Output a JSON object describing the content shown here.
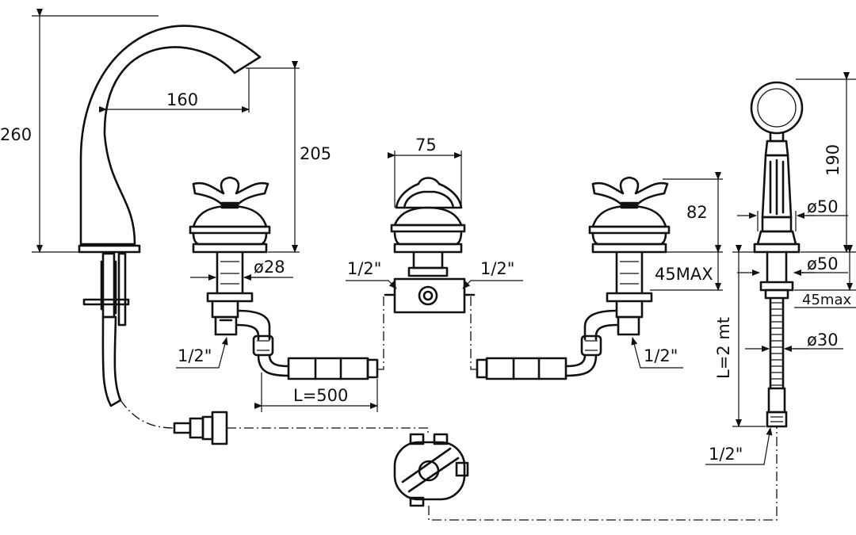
{
  "labels": {
    "spout_height": "260",
    "spout_reach": "160",
    "spout_outlet_height": "205",
    "center_width": "75",
    "handle_height": "82",
    "valve_diameter": "ø28",
    "thread_center_left": "1/2\"",
    "thread_center_right": "1/2\"",
    "max_deck_thickness": "45MAX",
    "thread_left_valve": "1/2\"",
    "thread_right_valve": "1/2\"",
    "hose_length": "L=500",
    "handshower_height": "190",
    "handshower_base_diameter_top": "ø50",
    "handshower_base_diameter_bottom": "ø50",
    "handshower_deck_max": "45max",
    "handshower_hole_diameter": "ø30",
    "handshower_hose_length": "L=2 mt",
    "handshower_thread": "1/2\""
  },
  "colors": {
    "line": "#111111",
    "background": "#ffffff"
  }
}
